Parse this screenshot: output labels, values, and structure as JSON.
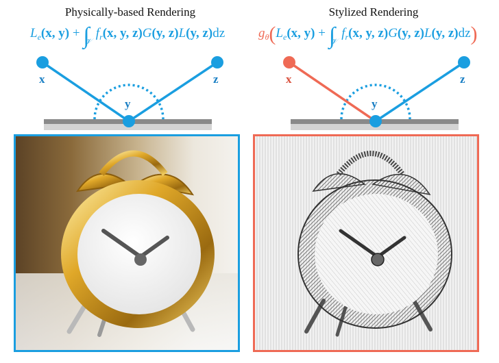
{
  "left_panel": {
    "title": "Physically-based Rendering",
    "equation": {
      "Le": "L",
      "Le_sub": "e",
      "xy": "(x, y)",
      "plus": " + ",
      "int_sub": "𝒱",
      "f": "f",
      "f_sub": "r",
      "xyz": "(x, y, z)",
      "G": "G",
      "yz1": "(y, z)",
      "L": "L",
      "yz2": "(y, z)",
      "dz": "dz"
    },
    "points": {
      "x": "x",
      "y": "y",
      "z": "z"
    },
    "colors": {
      "path": "#1a9ee0",
      "frame": "#1a9ee0"
    },
    "image": "golden alarm clock photo"
  },
  "right_panel": {
    "title": "Stylized Rendering",
    "equation": {
      "g": "g",
      "g_sub": "θ",
      "Le": "L",
      "Le_sub": "e",
      "xy": "(x, y)",
      "plus": " + ",
      "int_sub": "𝒱",
      "f": "f",
      "f_sub": "r",
      "xyz": "(x, y, z)",
      "G": "G",
      "yz1": "(y, z)",
      "L": "L",
      "yz2": "(y, z)",
      "dz": "dz"
    },
    "points": {
      "x": "x",
      "y": "y",
      "z": "z"
    },
    "colors": {
      "incoming_path": "#ef6a55",
      "outgoing_path": "#1a9ee0",
      "frame": "#ef6a55"
    },
    "image": "hatched stylized alarm clock"
  }
}
